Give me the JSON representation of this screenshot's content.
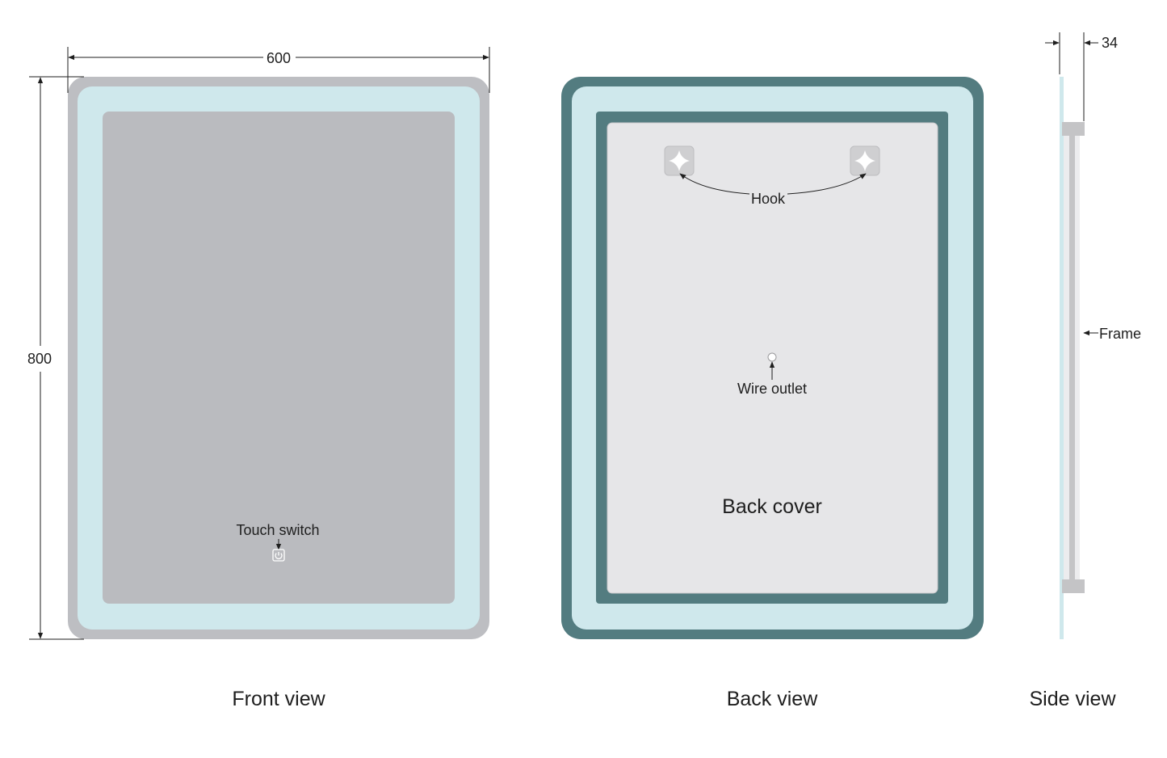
{
  "colors": {
    "front_frame": "#bdbec2",
    "led_strip": "#cfe8ec",
    "mirror_glass": "#babbbf",
    "back_frame": "#537c80",
    "back_cover": "#e6e6e8",
    "hook_plate": "#cfcfd1",
    "side_bracket": "#c4c4c6",
    "line": "#1e1e1e"
  },
  "front_view": {
    "caption": "Front view",
    "width_dimension": "600",
    "height_dimension": "800",
    "touch_switch_label": "Touch switch",
    "touch_switch_icon": "power-icon"
  },
  "back_view": {
    "caption": "Back view",
    "hook_label": "Hook",
    "wire_outlet_label": "Wire outlet",
    "back_cover_label": "Back cover",
    "hook_icon": "cross-slot-icon"
  },
  "side_view": {
    "caption": "Side view",
    "depth_dimension": "34",
    "frame_label": "Frame"
  }
}
